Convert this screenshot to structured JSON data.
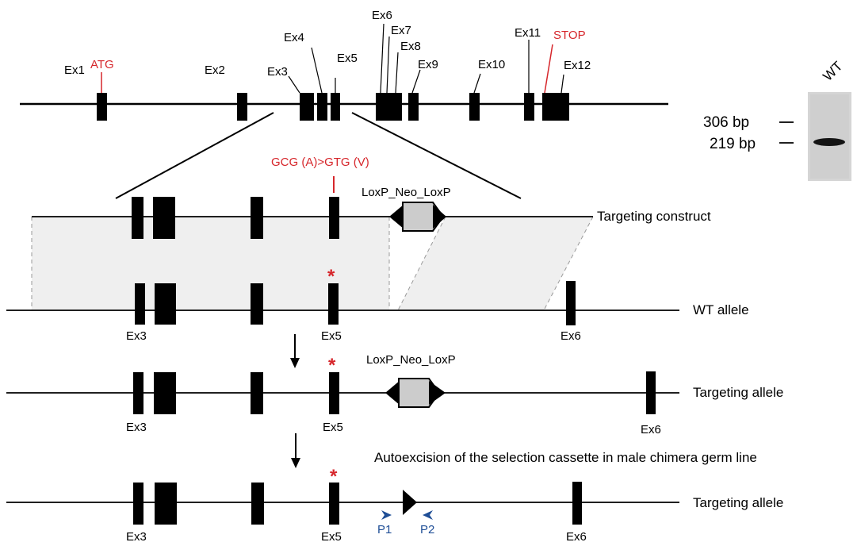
{
  "colors": {
    "line": "#000000",
    "exon": "#000000",
    "highlight": "#d6262b",
    "primer": "#1f4e96",
    "shade": "#efefef",
    "neo_box": "#cccccc",
    "guide": "#9a9a9a"
  },
  "gene_map": {
    "exons": [
      "Ex1",
      "Ex2",
      "Ex3",
      "Ex4",
      "Ex5",
      "Ex6",
      "Ex7",
      "Ex8",
      "Ex9",
      "Ex10",
      "Ex11",
      "Ex12"
    ],
    "atg_label": "ATG",
    "stop_label": "STOP"
  },
  "mutation": {
    "label": "GCG (A)>GTG (V)",
    "marker": "*"
  },
  "rows": {
    "construct": {
      "cassette_label": "LoxP_Neo_LoxP",
      "name": "Targeting construct"
    },
    "wt": {
      "name": "WT allele",
      "exon_labels": [
        "Ex3",
        "Ex5",
        "Ex6"
      ]
    },
    "targeting": {
      "cassette_label": "LoxP_Neo_LoxP",
      "name": "Targeting allele",
      "exon_labels": [
        "Ex3",
        "Ex5",
        "Ex6"
      ]
    },
    "excision_note": "Autoexcision of the selection cassette in male chimera germ line",
    "final": {
      "name": "Targeting allele",
      "exon_labels": [
        "Ex3",
        "Ex5",
        "Ex6"
      ],
      "primers": [
        "P1",
        "P2"
      ]
    }
  },
  "gel": {
    "lane_label": "WT",
    "markers": [
      "306 bp",
      "219 bp"
    ]
  }
}
